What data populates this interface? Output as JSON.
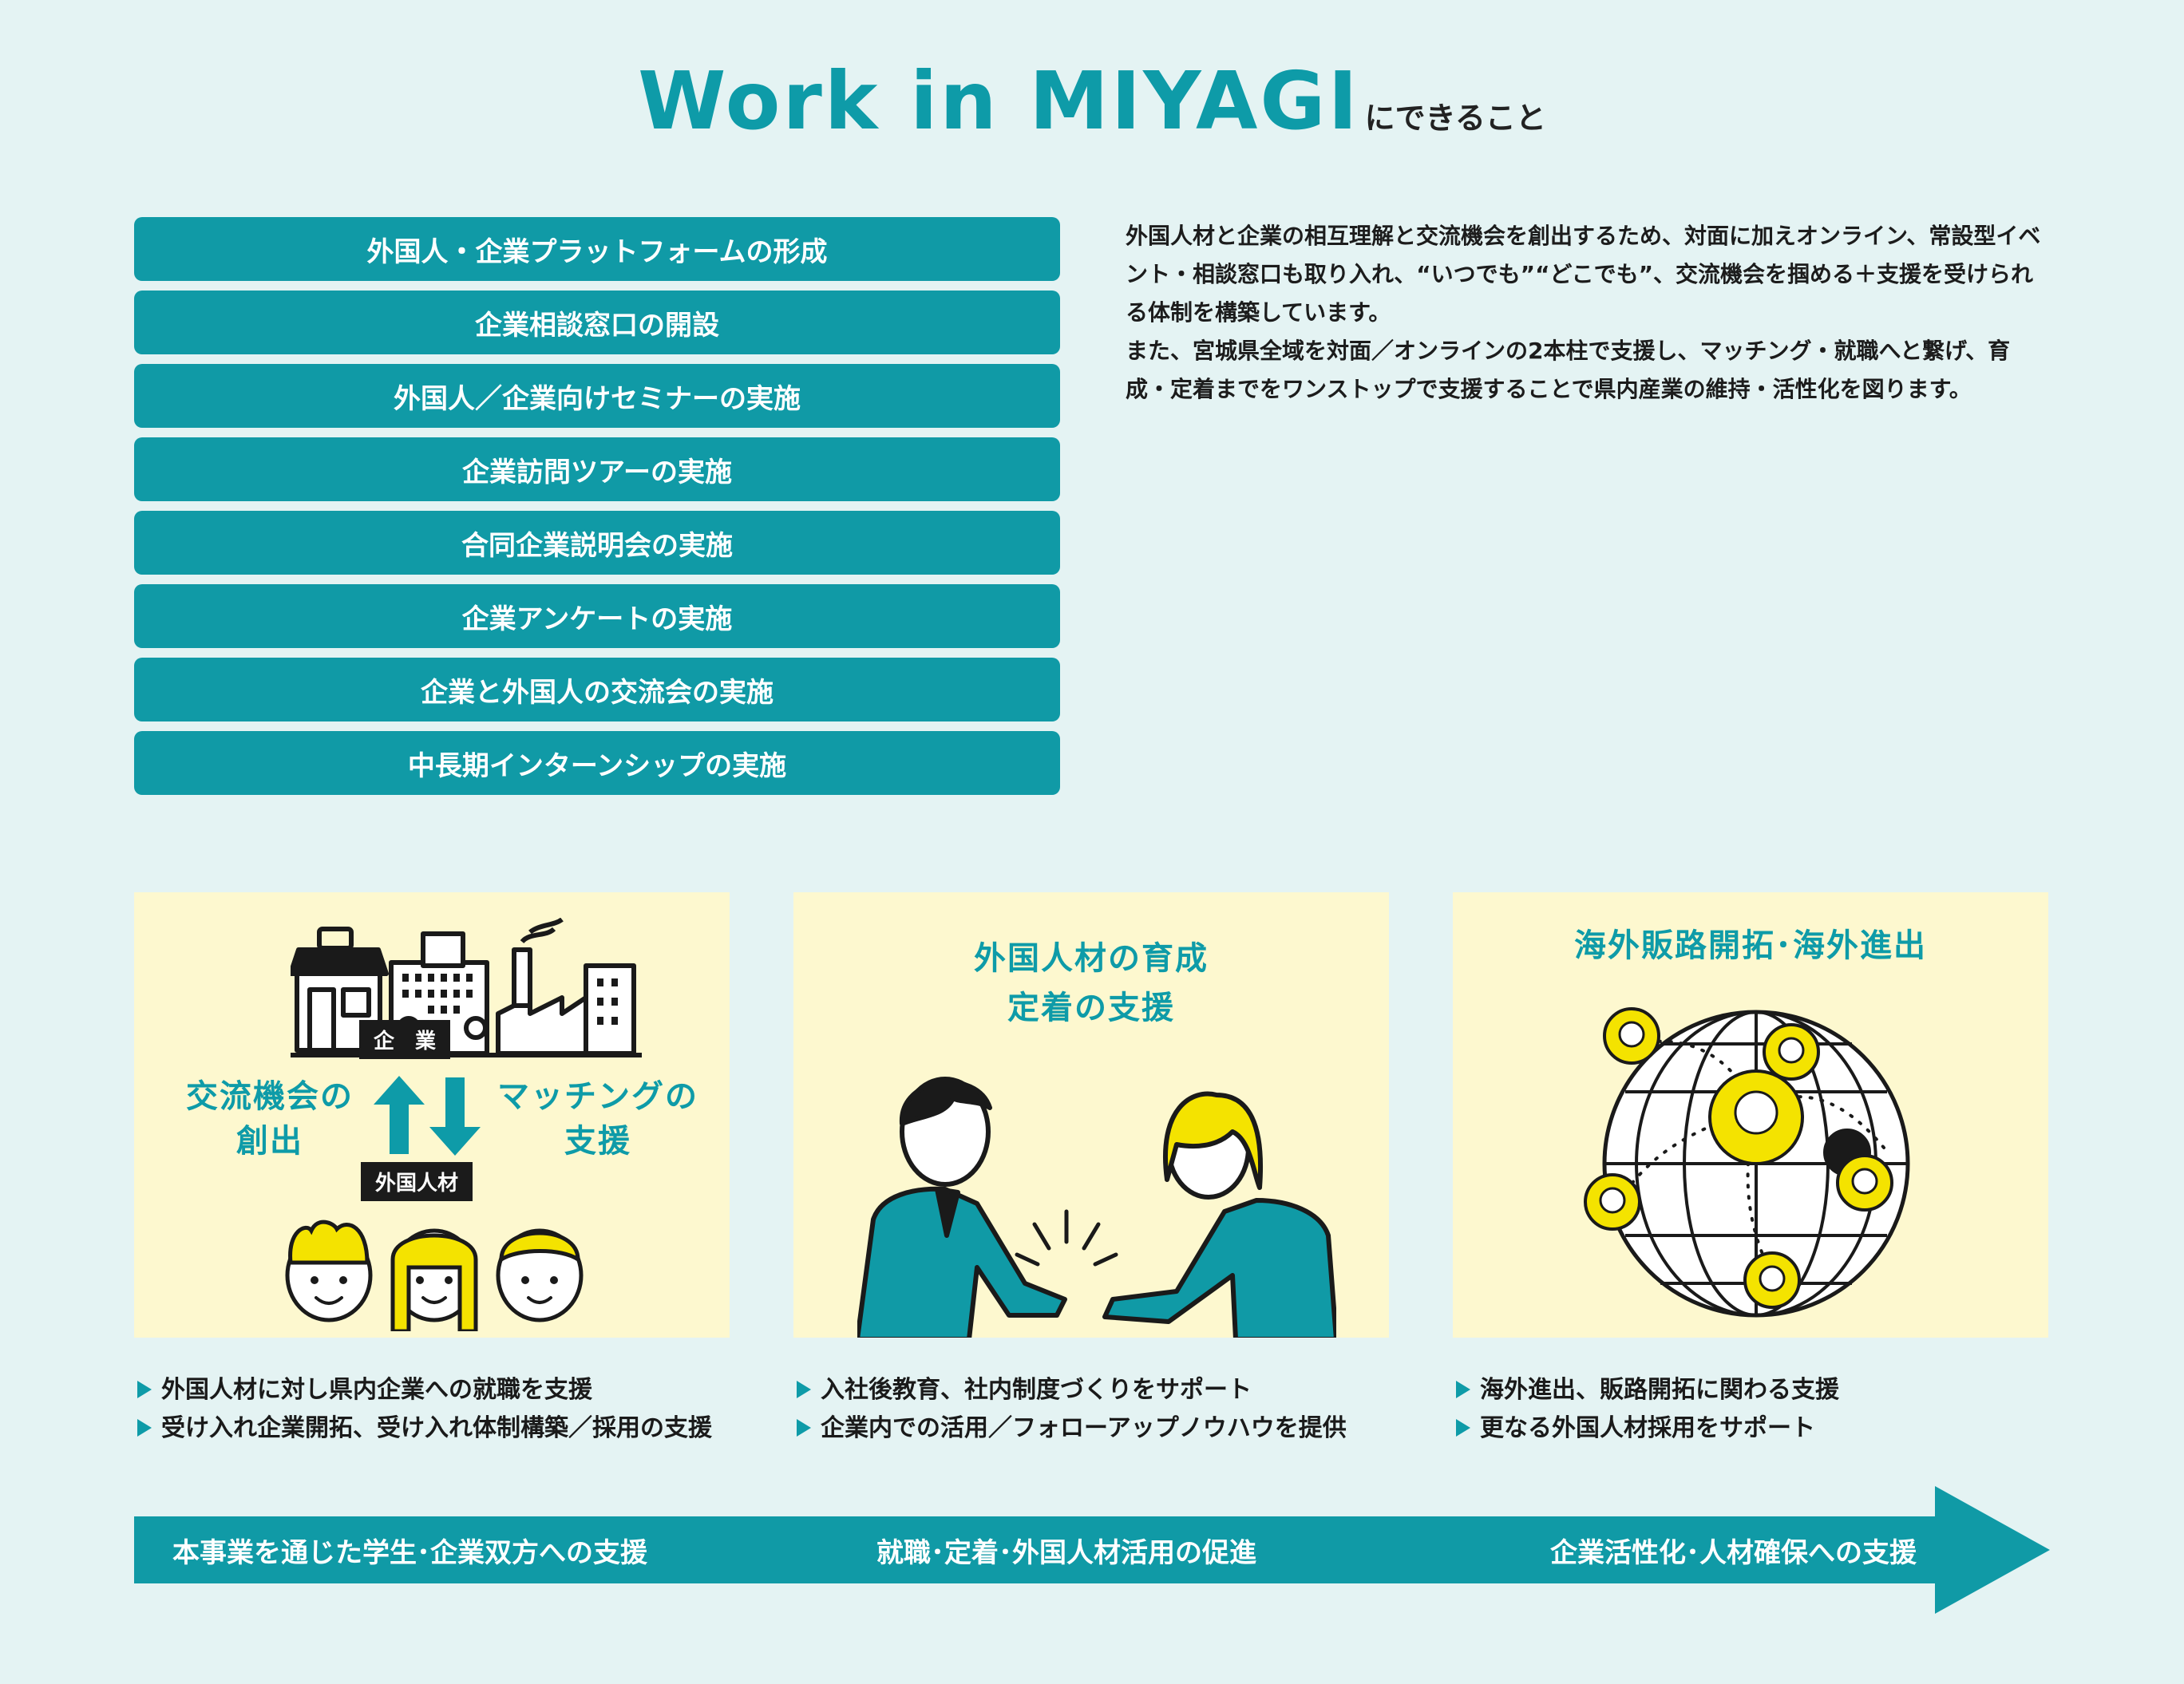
{
  "header": {
    "title_main": "Work in MIYAGI",
    "title_sub": "にできること"
  },
  "menu": [
    "外国人・企業プラットフォームの形成",
    "企業相談窓口の開設",
    "外国人／企業向けセミナーの実施",
    "企業訪問ツアーの実施",
    "合同企業説明会の実施",
    "企業アンケートの実施",
    "企業と外国人の交流会の実施",
    "中長期インターンシップの実施"
  ],
  "description": {
    "p1": "外国人材と企業の相互理解と交流機会を創出するため、対面に加えオンライン、常設型イベント・相談窓口も取り入れ、“いつでも”“どこでも”、交流機会を掴める＋支援を受けられる体制を構築しています。",
    "p2": "また、宮城県全域を対面／オンラインの2本柱で支援し、マッチング・就職へと繋げ、育成・定着までをワンストップで支援することで県内産業の維持・活性化を図ります。"
  },
  "panel1": {
    "tag_company": "企　業",
    "tag_foreign": "外国人材",
    "left_label_1": "交流機会の",
    "left_label_2": "創出",
    "right_label_1": "マッチングの",
    "right_label_2": "支援",
    "bullets": [
      "外国人材に対し県内企業への就職を支援",
      "受け入れ企業開拓、受け入れ体制構築／採用の支援"
    ]
  },
  "panel2": {
    "title_1": "外国人材の育成",
    "title_2": "定着の支援",
    "bullets": [
      "入社後教育、社内制度づくりをサポート",
      "企業内での活用／フォローアップノウハウを提供"
    ]
  },
  "panel3": {
    "title": "海外販路開拓･海外進出",
    "bullets": [
      "海外進出、販路開拓に関わる支援",
      "更なる外国人材採用をサポート"
    ]
  },
  "arrow": {
    "text_1": "本事業を通じた学生･企業双方への支援",
    "text_2": "就職･定着･外国人材活用の促進",
    "text_3": "企業活性化･人材確保への支援"
  },
  "colors": {
    "teal": "#109aa6",
    "panel_bg": "#fdf8cf",
    "page_bg": "#e4f3f3",
    "yellow": "#f4e300"
  }
}
